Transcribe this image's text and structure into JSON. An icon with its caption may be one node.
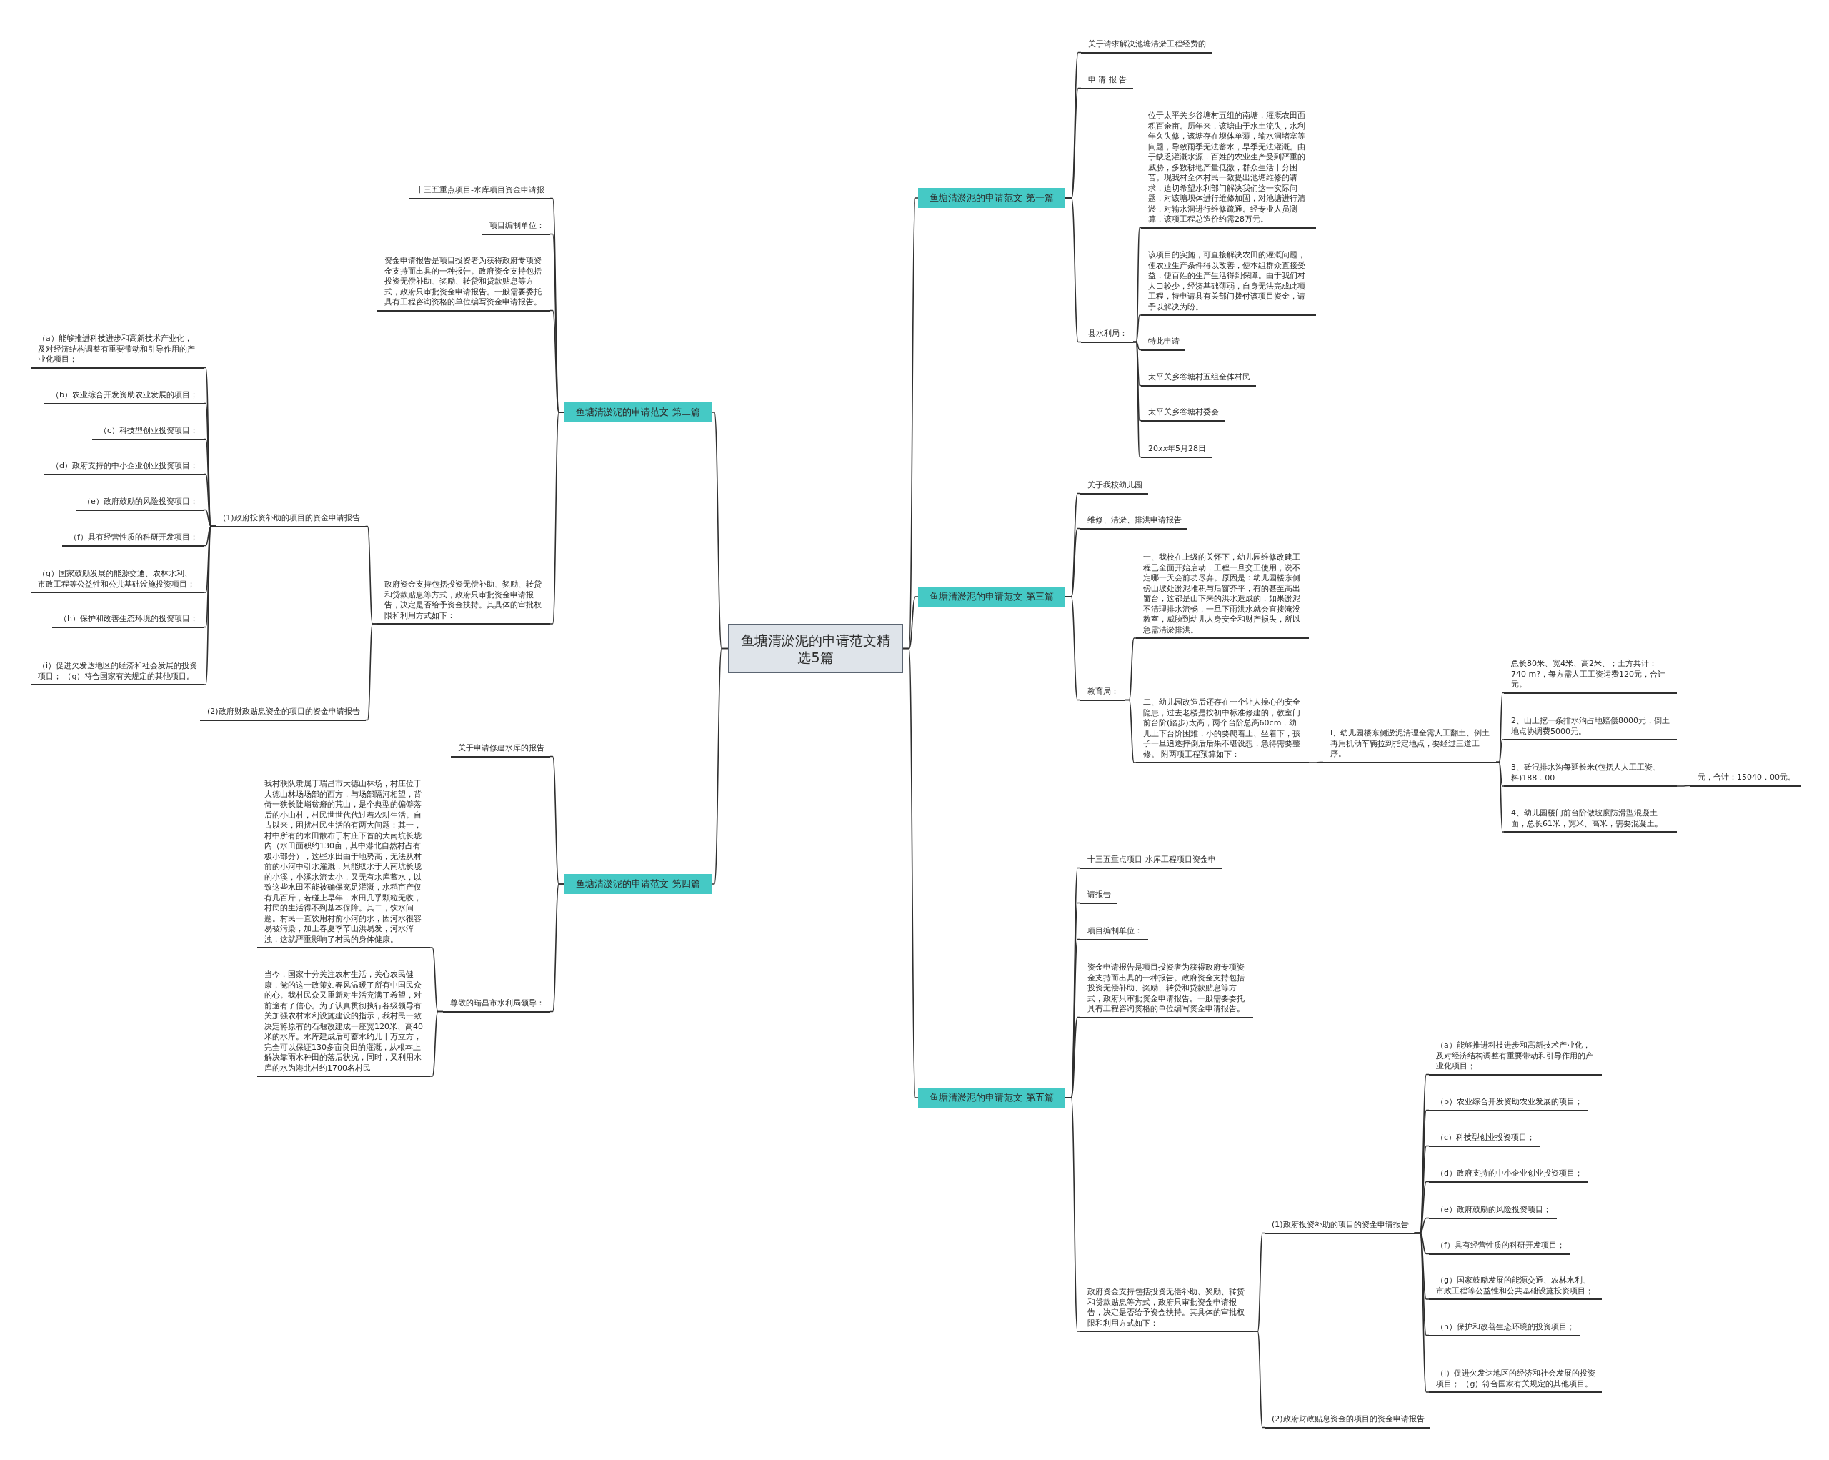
{
  "diagram": {
    "nodes": [
      {
        "text": [
          "鱼塘清淤泥的申请范文精选5篇"
        ]
      },
      {
        "text": [
          "鱼塘清淤泥的申请范文 第一篇"
        ]
      },
      {
        "text": [
          "关于请求解决池塘清淤工程经费的"
        ]
      },
      {
        "text": [
          "申 请 报 告"
        ]
      },
      {
        "text": [
          "县水利局："
        ]
      },
      {
        "text": [
          "位于太平关乡谷塘村五组的南塘，灌溉农田面积百余亩。历年来，该塘由于水土流失，水利年久失修，该塘存在坝体单薄，输水洞堵塞等问题，导致雨季无法蓄水，旱季无法灌溉。由于缺乏灌溉水源，百姓的农业生产受到严重的威胁，多数耕地产量低微，群众生活十分困苦。现我村全体村民一致提出池塘维修的请求，迫切希望水利部门解决我们这一实际问题，对该塘坝体进行维修加固，对池塘进行清淤，对输水洞进行维修疏通。经专业人员测算，该项工程总造价约需28万元。"
        ]
      },
      {
        "text": [
          "该项目的实施，可直接解决农田的灌溉问题，使农业生产条件得以改善，使本组群众直接受益，使百姓的生产生活得到保障。由于我们村人口较少，经济基础薄弱，自身无法完成此项工程，特申请县有关部门拨付该项目资金，请予以解决为盼。"
        ]
      },
      {
        "text": [
          "特此申请"
        ]
      },
      {
        "text": [
          "太平关乡谷塘村五组全体村民"
        ]
      },
      {
        "text": [
          "太平关乡谷塘村委会"
        ]
      },
      {
        "text": [
          "20xx年5月28日"
        ]
      },
      {
        "text": [
          "鱼塘清淤泥的申请范文 第二篇"
        ]
      },
      {
        "text": [
          "十三五重点项目-水库项目资金申请报"
        ]
      },
      {
        "text": [
          "项目编制单位："
        ]
      },
      {
        "text": [
          "资金申请报告是项目投资者为获得政府专项资金支持而出具的一种报告。政府资金支持包括投资无偿补助、奖励、转贷和贷款贴息等方式，政府只审批资金申请报告。一般需要委托具有工程咨询资格的单位编写资金申请报告。"
        ]
      },
      {
        "text": [
          "政府资金支持包括投资无偿补助、奖励、转贷和贷款贴息等方式，政府只审批资金申请报告，决定是否给予资金扶持。其具体的审批权限和利用方式如下："
        ]
      },
      {
        "text": [
          "(1)政府投资补助的项目的资金申请报告"
        ]
      },
      {
        "text": [
          "（a）能够推进科技进步和高新技术产业化，及对经济结构调整有重要带动和引导作用的产业化项目；"
        ]
      },
      {
        "text": [
          "（b）农业综合开发资助农业发展的项目；"
        ]
      },
      {
        "text": [
          "（c）科技型创业投资项目；"
        ]
      },
      {
        "text": [
          "（d）政府支持的中小企业创业投资项目；"
        ]
      },
      {
        "text": [
          "（e）政府鼓励的风险投资项目；"
        ]
      },
      {
        "text": [
          "（f）具有经营性质的科研开发项目；"
        ]
      },
      {
        "text": [
          "（g）国家鼓励发展的能源交通、农林水利、市政工程等公益性和公共基础设施投资项目；"
        ]
      },
      {
        "text": [
          "（h）保护和改善生态环境的投资项目；"
        ]
      },
      {
        "text": [
          "（i）促进欠发达地区的经济和社会发展的投资项目； （g）符合国家有关规定的其他项目。"
        ]
      },
      {
        "text": [
          "(2)政府财政贴息资金的项目的资金申请报告"
        ]
      },
      {
        "text": [
          "鱼塘清淤泥的申请范文 第三篇"
        ]
      },
      {
        "text": [
          "关于我校幼儿园"
        ]
      },
      {
        "text": [
          "维修、清淤、排洪申请报告"
        ]
      },
      {
        "text": [
          "教育局："
        ]
      },
      {
        "text": [
          "一、我校在上级的关怀下，幼儿园维修改建工程已全面开始启动，工程一旦交工使用，说不定哪一天会前功尽弃。原因是：幼儿园楼东侧傍山坡处淤泥堆积与后窗齐平，有的甚至高出窗台，这都是山下来的洪水造成的，如果淤泥不清理排水流畅，一旦下雨洪水就会直接淹没教室，威胁到幼儿人身安全和财产损失，所以急需清淤排洪。"
        ]
      },
      {
        "text": [
          "二、幼儿园改造后还存在一个让人操心的安全隐患，过去老楼是按初中标准修建的，教室门前台阶(踏步)太高，两个台阶总高60cm，幼儿上下台阶困难，小的要爬着上、坐着下，孩子一旦追逐摔倒后后果不堪设想，急待需要整修。 附两项工程预算如下："
        ]
      },
      {
        "text": [
          "I、幼儿园楼东侧淤泥清理全需人工翻土、倒土再用机动车辆拉到指定地点，要经过三道工序。"
        ]
      },
      {
        "text": [
          "总长80米、宽4米、高2米、；土方共计：740 m?，每方需人工工资运费120元，合计元。"
        ]
      },
      {
        "text": [
          "2、山上挖一条排水沟占地赔偿8000元，倒土地点协调费5000元。"
        ]
      },
      {
        "text": [
          "3、砖混排水沟每延长米(包括人人工工资、料)188．00"
        ]
      },
      {
        "text": [
          "元，合计：15040．00元。"
        ]
      },
      {
        "text": [
          "4、幼儿园楼门前台阶做坡度防滑型混凝土面，总长61米，宽米、高米，需要混凝土。"
        ]
      },
      {
        "text": [
          "鱼塘清淤泥的申请范文 第四篇"
        ]
      },
      {
        "text": [
          "关于申请修建水库的报告"
        ]
      },
      {
        "text": [
          "尊敬的瑞昌市水利局领导："
        ]
      },
      {
        "text": [
          "我村联队隶属于瑞昌市大德山林场，村庄位于大德山林场场部的西方，与场部隔河相望，背倚一狭长陡峭贫瘠的荒山，是个典型的偏僻落后的小山村，村民世世代代过着农耕生活。自古以来，困扰村民生活的有两大问题：其一，村中所有的水田散布于村庄下首的大南坑长垅内（水田面积约130亩，其中港北自然村占有极小部分），这些水田由于地势高，无法从村前的小河中引水灌溉，只能取水于大南坑长垅的小溪，小溪水流太小，又无有水库蓄水，以致这些水田不能被确保充足灌溉，水稻亩产仅有几百斤，若碰上旱年，水田几乎颗粒无收，村民的生活得不到基本保障。其二，饮水问题。村民一直饮用村前小河的水，因河水很容易被污染，加上春夏季节山洪易发，河水浑浊，这就严重影响了村民的身体健康。"
        ]
      },
      {
        "text": [
          "当今，国家十分关注农村生活，关心农民健康，党的这一政策如春风温暖了所有中国民众的心。我村民众又重新对生活充满了希望，对前途有了信心。为了认真贯彻执行各级领导有关加强农村水利设施建设的指示，我村民一致决定将原有的石堰改建成一座宽120米、高40米的水库。水库建成后可蓄水约几十万立方，完全可以保证130多亩良田的灌溉，从根本上解决靠雨水种田的落后状况，同时，又利用水库的水为港北村约1700名村民"
        ]
      },
      {
        "text": [
          "鱼塘清淤泥的申请范文 第五篇"
        ]
      },
      {
        "text": [
          "十三五重点项目-水库工程项目资金申"
        ]
      },
      {
        "text": [
          "请报告"
        ]
      },
      {
        "text": [
          "项目编制单位："
        ]
      },
      {
        "text": [
          "资金申请报告是项目投资者为获得政府专项资金支持而出具的一种报告。政府资金支持包括投资无偿补助、奖励、转贷和贷款贴息等方式，政府只审批资金申请报告。一般需要委托具有工程咨询资格的单位编写资金申请报告。"
        ]
      },
      {
        "text": [
          "政府资金支持包括投资无偿补助、奖励、转贷和贷款贴息等方式，政府只审批资金申请报告，决定是否给予资金扶持。其具体的审批权限和利用方式如下："
        ]
      },
      {
        "text": [
          "(1)政府投资补助的项目的资金申请报告"
        ]
      },
      {
        "text": [
          "（a）能够推进科技进步和高新技术产业化，及对经济结构调整有重要带动和引导作用的产业化项目；"
        ]
      },
      {
        "text": [
          "（b）农业综合开发资助农业发展的项目；"
        ]
      },
      {
        "text": [
          "（c）科技型创业投资项目；"
        ]
      },
      {
        "text": [
          "（d）政府支持的中小企业创业投资项目；"
        ]
      },
      {
        "text": [
          "（e）政府鼓励的风险投资项目；"
        ]
      },
      {
        "text": [
          "（f）具有经营性质的科研开发项目；"
        ]
      },
      {
        "text": [
          "（g）国家鼓励发展的能源交通、农林水利、市政工程等公益性和公共基础设施投资项目；"
        ]
      },
      {
        "text": [
          "（h）保护和改善生态环境的投资项目；"
        ]
      },
      {
        "text": [
          "（i）促进欠发达地区的经济和社会发展的投资项目； （g）符合国家有关规定的其他项目。"
        ]
      },
      {
        "text": [
          "(2)政府财政贴息资金的项目的资金申请报告"
        ]
      }
    ],
    "edges": [
      {
        "from": 0,
        "to": 1,
        "arrow": "none"
      },
      {
        "from": 0,
        "to": 11,
        "arrow": "none"
      },
      {
        "from": 0,
        "to": 27,
        "arrow": "none"
      },
      {
        "from": 0,
        "to": 39,
        "arrow": "none"
      },
      {
        "from": 0,
        "to": 44,
        "arrow": "none"
      },
      {
        "from": 1,
        "to": 2,
        "arrow": "none"
      },
      {
        "from": 1,
        "to": 3,
        "arrow": "none"
      },
      {
        "from": 1,
        "to": 4,
        "arrow": "none"
      },
      {
        "from": 4,
        "to": 5,
        "arrow": "none"
      },
      {
        "from": 4,
        "to": 6,
        "arrow": "none"
      },
      {
        "from": 4,
        "to": 7,
        "arrow": "none"
      },
      {
        "from": 4,
        "to": 8,
        "arrow": "none"
      },
      {
        "from": 4,
        "to": 9,
        "arrow": "none"
      },
      {
        "from": 4,
        "to": 10,
        "arrow": "none"
      },
      {
        "from": 11,
        "to": 12,
        "arrow": "none"
      },
      {
        "from": 11,
        "to": 13,
        "arrow": "none"
      },
      {
        "from": 11,
        "to": 14,
        "arrow": "none"
      },
      {
        "from": 11,
        "to": 15,
        "arrow": "none"
      },
      {
        "from": 15,
        "to": 16,
        "arrow": "none"
      },
      {
        "from": 15,
        "to": 26,
        "arrow": "none"
      },
      {
        "from": 16,
        "to": 17,
        "arrow": "none"
      },
      {
        "from": 16,
        "to": 18,
        "arrow": "none"
      },
      {
        "from": 16,
        "to": 19,
        "arrow": "none"
      },
      {
        "from": 16,
        "to": 20,
        "arrow": "none"
      },
      {
        "from": 16,
        "to": 21,
        "arrow": "none"
      },
      {
        "from": 16,
        "to": 22,
        "arrow": "none"
      },
      {
        "from": 16,
        "to": 23,
        "arrow": "none"
      },
      {
        "from": 16,
        "to": 24,
        "arrow": "none"
      },
      {
        "from": 16,
        "to": 25,
        "arrow": "none"
      },
      {
        "from": 27,
        "to": 28,
        "arrow": "none"
      },
      {
        "from": 27,
        "to": 29,
        "arrow": "none"
      },
      {
        "from": 27,
        "to": 30,
        "arrow": "none"
      },
      {
        "from": 30,
        "to": 31,
        "arrow": "none"
      },
      {
        "from": 30,
        "to": 32,
        "arrow": "none"
      },
      {
        "from": 32,
        "to": 33,
        "arrow": "none"
      },
      {
        "from": 33,
        "to": 34,
        "arrow": "none"
      },
      {
        "from": 33,
        "to": 35,
        "arrow": "none"
      },
      {
        "from": 33,
        "to": 36,
        "arrow": "none"
      },
      {
        "from": 33,
        "to": 38,
        "arrow": "none"
      },
      {
        "from": 36,
        "to": 37,
        "arrow": "none"
      },
      {
        "from": 39,
        "to": 40,
        "arrow": "none"
      },
      {
        "from": 39,
        "to": 41,
        "arrow": "none"
      },
      {
        "from": 41,
        "to": 42,
        "arrow": "none"
      },
      {
        "from": 41,
        "to": 43,
        "arrow": "none"
      },
      {
        "from": 44,
        "to": 45,
        "arrow": "none"
      },
      {
        "from": 44,
        "to": 46,
        "arrow": "none"
      },
      {
        "from": 44,
        "to": 47,
        "arrow": "none"
      },
      {
        "from": 44,
        "to": 48,
        "arrow": "none"
      },
      {
        "from": 44,
        "to": 49,
        "arrow": "none"
      },
      {
        "from": 49,
        "to": 50,
        "arrow": "none"
      },
      {
        "from": 49,
        "to": 60,
        "arrow": "none"
      },
      {
        "from": 50,
        "to": 51,
        "arrow": "none"
      },
      {
        "from": 50,
        "to": 52,
        "arrow": "none"
      },
      {
        "from": 50,
        "to": 53,
        "arrow": "none"
      },
      {
        "from": 50,
        "to": 54,
        "arrow": "none"
      },
      {
        "from": 50,
        "to": 55,
        "arrow": "none"
      },
      {
        "from": 50,
        "to": 56,
        "arrow": "none"
      },
      {
        "from": 50,
        "to": 57,
        "arrow": "none"
      },
      {
        "from": 50,
        "to": 58,
        "arrow": "none"
      },
      {
        "from": 50,
        "to": 59,
        "arrow": "none"
      }
    ]
  }
}
